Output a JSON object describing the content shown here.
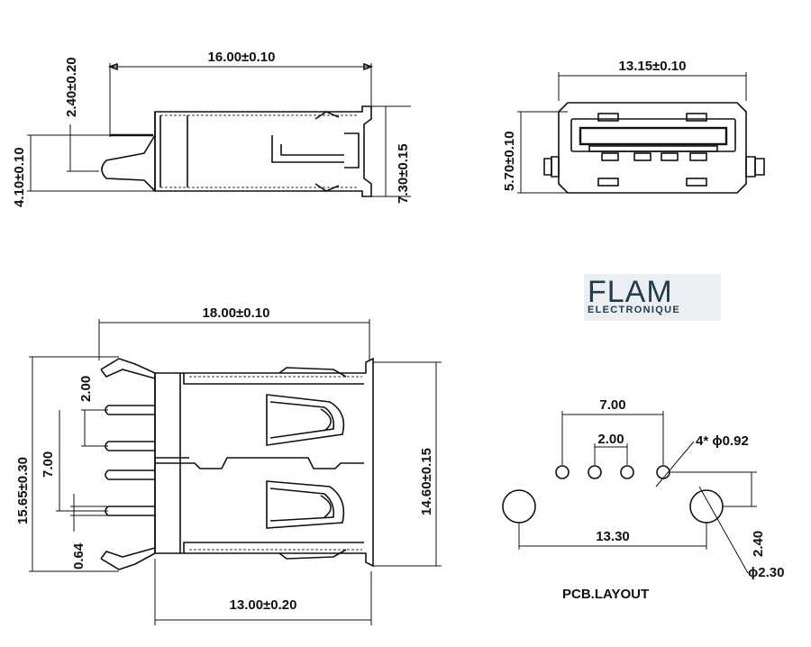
{
  "side_view": {
    "length": "16.00±0.10",
    "tab": "2.40±0.20",
    "pin_offset": "4.10±0.10",
    "height": "7.30±0.15"
  },
  "front_view": {
    "width": "13.15±0.10",
    "height": "5.70±0.10"
  },
  "top_view": {
    "overall": "18.00±0.10",
    "pitch": "2.00",
    "pin_span": "7.00",
    "depth": "15.65±0.30",
    "pin_width": "0.64",
    "body_width": "14.60±0.15",
    "body_length": "13.00±0.20"
  },
  "pcb_layout": {
    "title": "PCB.LAYOUT",
    "span": "7.00",
    "pitch": "2.00",
    "hole_small": "4* ϕ0.92",
    "mount_span": "13.30",
    "offset": "2.40",
    "hole_large": "ϕ2.30"
  },
  "logo": {
    "name": "FLAM",
    "sub": "ELECTRONIQUE"
  }
}
